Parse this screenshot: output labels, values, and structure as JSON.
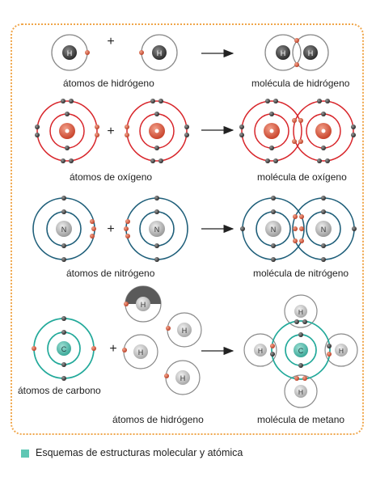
{
  "labels": {
    "h_atoms": "átomos de hidrógeno",
    "h_molecule": "molécula de hidrógeno",
    "o_atoms": "átomos de oxígeno",
    "o_molecule": "molécula de oxígeno",
    "n_atoms": "átomos de nitrógeno",
    "n_molecule": "molécula de nitrógeno",
    "c_atoms": "átomos de carbono",
    "h_atoms_methane": "átomos de hidrógeno",
    "methane_molecule": "molécula de metano"
  },
  "nucleus_letters": {
    "hydrogen": "H",
    "nitrogen": "N",
    "carbon": "C"
  },
  "symbols": {
    "plus": "+"
  },
  "caption": "Esquemas de estructuras molecular y atómica",
  "colors": {
    "frame": "#f0a64a",
    "hydrogen_shell": "#8a8a8a",
    "oxygen_shell": "#d8262b",
    "nitrogen_shell": "#1f5f7a",
    "carbon_shell": "#22a99a",
    "electron_dark": "#3a3a3a",
    "electron_red": "#d1452b",
    "caption_swatch": "#5fc7b4"
  }
}
